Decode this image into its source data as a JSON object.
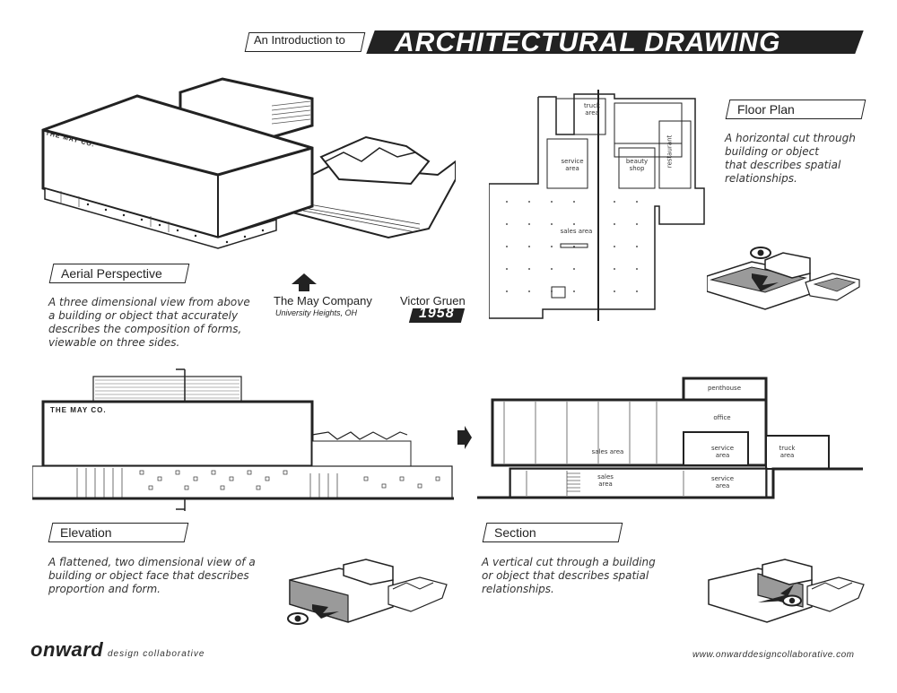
{
  "header": {
    "intro": "An Introduction to",
    "title": "ARCHITECTURAL DRAWING"
  },
  "aerial": {
    "label": "Aerial Perspective",
    "description_lines": [
      "A three dimensional view from above",
      "a building or object that accurately",
      "describes the composition of forms,",
      "viewable on three sides."
    ],
    "signage": "THE MAY CO."
  },
  "building": {
    "name": "The May Company",
    "location": "University Heights, OH",
    "architect": "Victor Gruen",
    "year": "1958"
  },
  "floor_plan": {
    "label": "Floor Plan",
    "description_lines": [
      "A horizontal cut through",
      "building or object",
      "that describes spatial",
      "relationships."
    ],
    "rooms": {
      "truck": "truck\narea",
      "service": "service\narea",
      "beauty": "beauty\nshop",
      "restaurant": "restaurant",
      "sales": "sales area"
    }
  },
  "elevation": {
    "label": "Elevation",
    "description_lines": [
      "A flattened, two dimensional view of a",
      "building or object face that describes",
      "proportion and form."
    ],
    "signage": "THE MAY CO."
  },
  "section": {
    "label": "Section",
    "description_lines": [
      "A vertical cut through a building",
      "or object that describes spatial",
      "relationships."
    ],
    "rooms": {
      "penthouse": "penthouse",
      "office": "office",
      "sales_upper": "sales area",
      "service_upper_1": "service",
      "service_upper_2": "area",
      "truck_1": "truck",
      "truck_2": "area",
      "sales_lower_1": "sales",
      "sales_lower_2": "area",
      "service_lower_1": "service",
      "service_lower_2": "area"
    }
  },
  "footer": {
    "brand": "onward",
    "tagline": "design collaborative",
    "url": "www.onwarddesigncollaborative.com"
  },
  "colors": {
    "ink": "#222222",
    "fill_gray": "#9a9a9a",
    "light_gray": "#d8d8d8"
  }
}
